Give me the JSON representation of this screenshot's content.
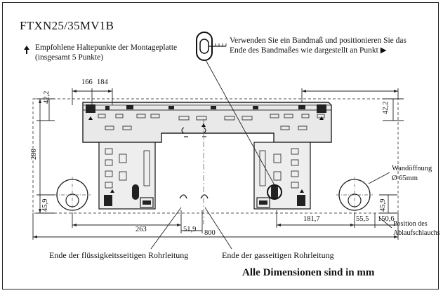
{
  "title": "FTXN25/35MV1B",
  "note_support": {
    "icon": "up-arrow-icon",
    "line1": "Empfohlene Haltepunkte der Montageplatte",
    "line2": "(insgesamt 5 Punkte)"
  },
  "note_tape": {
    "icon": "tape-measure-icon",
    "line1": "Verwenden Sie ein Bandmaß und positionieren Sie das",
    "line2": "Ende des Bandmaßes wie dargestellt an Punkt ▶"
  },
  "dimensions": {
    "d166": "166",
    "d184": "184",
    "d42_left": "42,2",
    "d42_right": "42,2",
    "d288": "288",
    "d45_left": "45,9",
    "d45_right": "45,9",
    "d263": "263",
    "d51": "51,9",
    "d800": "800",
    "d181": "181,7",
    "d55": "55,5",
    "d150": "150,6"
  },
  "labels": {
    "wall_hole_line1": "Wandöffnung",
    "wall_hole_line2": "Ø 65mm",
    "drain_line1": "Position des",
    "drain_line2": "Ablaufschlauchs",
    "liquid_pipe": "Ende der flüssigkeitsseitigen Rohrleitung",
    "gas_pipe": "Ende der gasseitigen Rohrleitung"
  },
  "footer": "Alle Dimensionen sind in mm"
}
